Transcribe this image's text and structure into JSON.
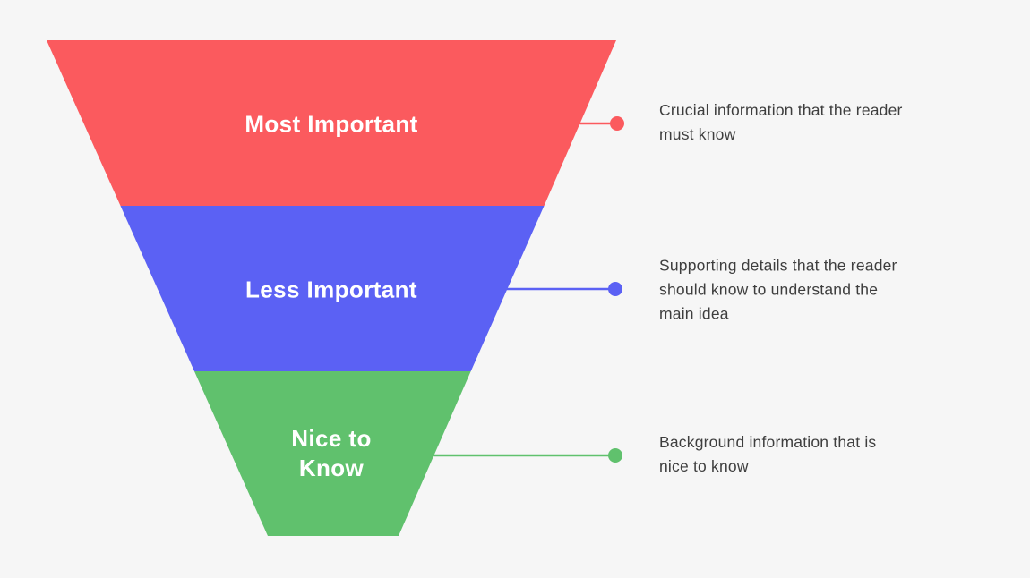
{
  "page": {
    "background_color": "#f6f6f6",
    "label_text_color": "#ffffff",
    "annotation_text_color": "#3e3e3e"
  },
  "funnel": {
    "type": "inverted-pyramid",
    "levels": [
      {
        "label": "Most Important",
        "color": "#fb5a5e",
        "description_lines": [
          "Crucial information that the reader",
          "must know"
        ]
      },
      {
        "label": "Less Important",
        "color": "#5b61f4",
        "description_lines": [
          "Supporting details that the reader",
          "should know to understand the",
          "main idea"
        ]
      },
      {
        "label": "Nice to Know",
        "color": "#60c16d",
        "description_lines": [
          "Background information that is",
          "nice to know"
        ]
      }
    ]
  }
}
